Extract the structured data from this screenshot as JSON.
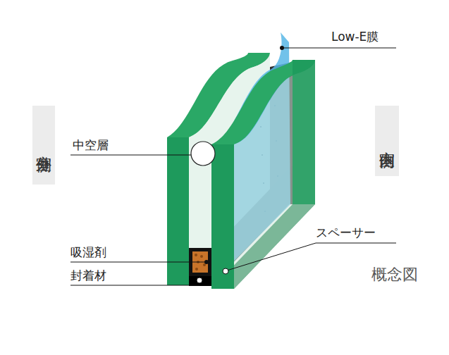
{
  "diagram": {
    "nodes": [
      {
        "text": [
          "室外側"
        ]
      },
      {
        "text": [
          "室内側"
        ]
      }
    ],
    "labels": [
      "Low-E膜",
      "中空層",
      "吸湿剤",
      "封着材",
      "スペーサー",
      "概念図"
    ]
  }
}
